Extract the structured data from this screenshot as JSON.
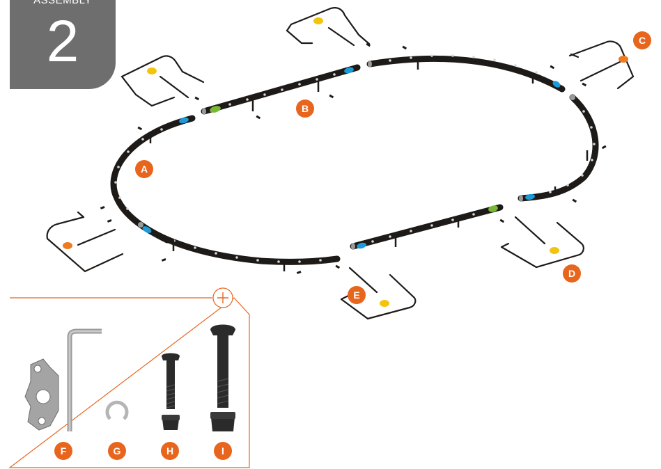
{
  "header": {
    "title": "ASSEMBLY",
    "number": "2"
  },
  "colors": {
    "accent": "#e8651e",
    "tab": "#6e6e6e",
    "tube": "#1e1a17",
    "blue": "#1d9bd8",
    "green": "#79b833",
    "yellow": "#f2c40e",
    "orange": "#f07a20",
    "hardware": "#2b2b2b",
    "plate": "#a4a4a4"
  },
  "callouts": {
    "A": "A",
    "B": "B",
    "C": "C",
    "D": "D",
    "E": "E",
    "F": "F",
    "G": "G",
    "H": "H",
    "I": "I"
  },
  "parts_panel": {
    "magnify_icon": "plus-icon"
  }
}
